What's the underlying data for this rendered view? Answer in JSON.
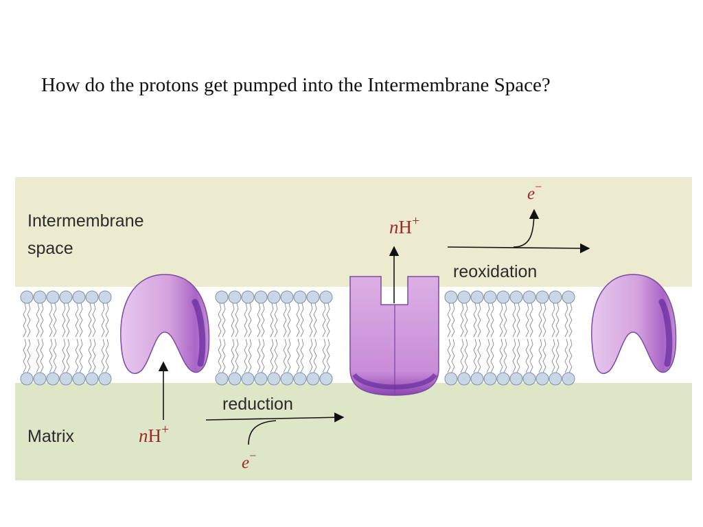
{
  "slide": {
    "title": "How do the protons get pumped into the Intermembrane Space?"
  },
  "diagram": {
    "region_labels": {
      "intermembrane_line1": "Intermembrane",
      "intermembrane_line2": "space",
      "matrix": "Matrix"
    },
    "processes": {
      "reduction": "reduction",
      "reoxidation": "reoxidation"
    },
    "species": {
      "proton_coefficient": "n",
      "proton_symbol": "H",
      "proton_charge": "+",
      "electron_symbol": "e",
      "electron_charge": "−"
    },
    "colors": {
      "intermembrane_bg": "#eceacf",
      "matrix_bg": "#dde6c6",
      "protein_fill": "#d6a6df",
      "protein_shadow": "#7b3aa8",
      "lipid_head": "#c9d6e6",
      "label_red": "#9c2a2a"
    }
  }
}
